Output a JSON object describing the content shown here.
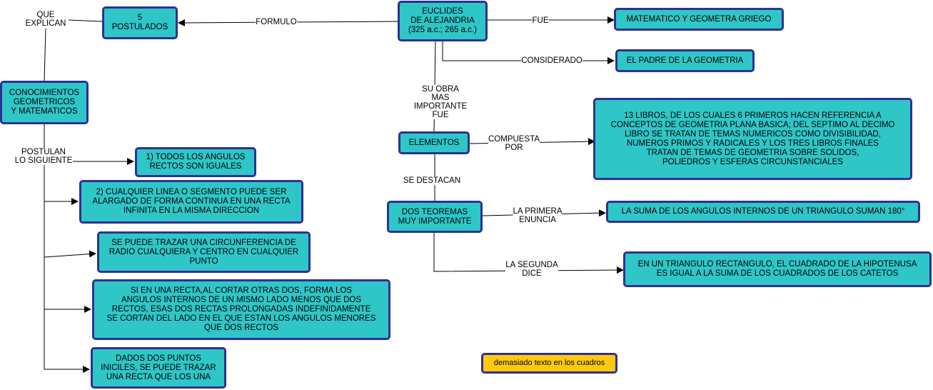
{
  "nodes": {
    "euclides": "EUCLIDES\nDE ALEJANDRIA\n(325 a.c.; 265 a.c.)",
    "postulados": "5\nPOSTULADOS",
    "matematico": "MATEMATICO Y GEOMETRA GRIEGO",
    "padre": "EL PADRE DE LA GEOMETRIA",
    "conocimientos": "CONOCIMIENTOS\nGEOMETRICOS\nY MATEMATICOS",
    "elementos": "ELEMENTOS",
    "libros": "13 LIBROS, DE LOS CUALES 6 PRIMEROS HACEN REFERENCIA A\nCONCEPTOS DE GEOMETRIA PLANA BASICA; DEL SEPTIMO AL DECIMO\nLIBRO SE TRATAN DE TEMAS NUMERICOS COMO DIVISIBILIDAD,\nNUMEROS PRIMOS Y RADICALES Y LOS TRES LIBROS FINALES\nTRATAN DE TEMAS DE GEOMETRIA SOBRE SOLIDOS,\nPOLIEDROS Y ESFERAS CIRCUNSTANCIALES",
    "teoremas": "DOS TEOREMAS\nMUY IMPORTANTE",
    "suma": "LA SUMA DE LOS ANGULOS INTERNOS DE UN TRIANGULO SUMAN 180°",
    "pitagoras": "EN UN TRIANGULO RECTANGULO, EL CUADRADO DE LA HIPOTENUSA\nES IGUAL A LA SUMA DE LOS CUADRADOS DE LOS CATETOS",
    "p1": "1) TODOS LOS ANGULOS\nRECTOS SON IGUALES",
    "p2": "2) CUALQUIER LINEA O SEGMENTO PUEDE SER\nALARGADO DE FORMA CONTINUA EN UNA RECTA\nINFINITA EN LA MISMA DIRECCION",
    "p3": "SE PUEDE TRAZAR UNA CIRCUNFERENCIA DE\nRADIO CUALQUIERA Y CENTRO EN CUALQUIER\nPUNTO",
    "p4": "SI EN UNA RECTA,AL CORTAR OTRAS DOS, FORMA LOS\nANGULOS INTERNOS DE UN MISMO LADO MENOS QUE DOS\nRECTOS, ESAS DOS RECTAS PROLONGADAS INDEFINIDAMENTE\nSE CORTAN DEL LADO EN EL QUE ESTAN LOS ANGULOS MENORES\nQUE DOS RECTOS",
    "p5": "DADOS DOS PUNTOS\nINICILES, SE PUEDE TRAZAR\nUNA RECTA QUE LOS UNA",
    "note": "demasiado texto en los cuadros"
  },
  "labels": {
    "formulo": "FORMULO",
    "fue": "FUE",
    "considerado": "CONSIDERADO",
    "obra": "SU OBRA\nMAS\nIMPORTANTE\nFUE",
    "que_explican": "QUE\nEXPLICAN",
    "postulan": "POSTULAN\nLO SIGUIENTE",
    "compuesta": "COMPUESTA\nPOR",
    "destacan": "SE DESTACAN",
    "primera": "LA PRIMERA\nENUNCIA",
    "segunda": "LA SEGUNDA\nDICE"
  },
  "colors": {
    "node_fill": "#2fc6c8",
    "node_border": "#2e3192",
    "note_fill": "#ffc90e"
  }
}
